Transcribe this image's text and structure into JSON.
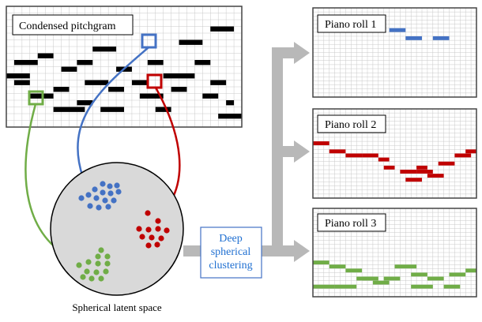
{
  "pitchgram": {
    "title": "Condensed pitchgram"
  },
  "latent_space": {
    "caption": "Spherical latent space"
  },
  "clustering": {
    "label_line1": "Deep",
    "label_line2": "spherical",
    "label_line3": "clustering"
  },
  "piano_rolls": [
    {
      "title": "Piano roll 1",
      "color": "#4472c4"
    },
    {
      "title": "Piano roll 2",
      "color": "#c00000"
    },
    {
      "title": "Piano roll 3",
      "color": "#70ad47"
    }
  ],
  "colors": {
    "blue": "#4472c4",
    "red": "#c00000",
    "green": "#70ad47",
    "arrow_gray": "#b8b8b8",
    "sphere_fill": "#d9d9d9",
    "clustering_text": "#1f6fd1"
  }
}
